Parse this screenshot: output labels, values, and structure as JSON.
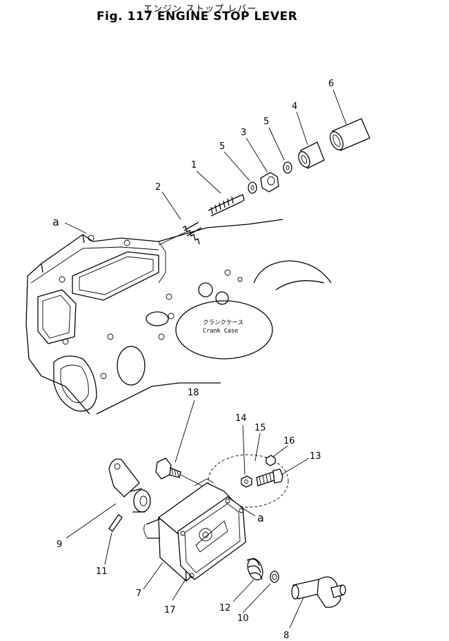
{
  "figure": {
    "title_jp": "エンジン ストップ レバー",
    "title_en": "Fig. 117  ENGINE  STOP  LEVER"
  },
  "callouts": [
    "1",
    "2",
    "3",
    "4",
    "5",
    "5",
    "6",
    "7",
    "8",
    "9",
    "10",
    "11",
    "12",
    "13",
    "14",
    "15",
    "16",
    "17",
    "18",
    "a",
    "a"
  ],
  "case_label": {
    "jp": "クランクケース",
    "en": "Crank Case"
  }
}
